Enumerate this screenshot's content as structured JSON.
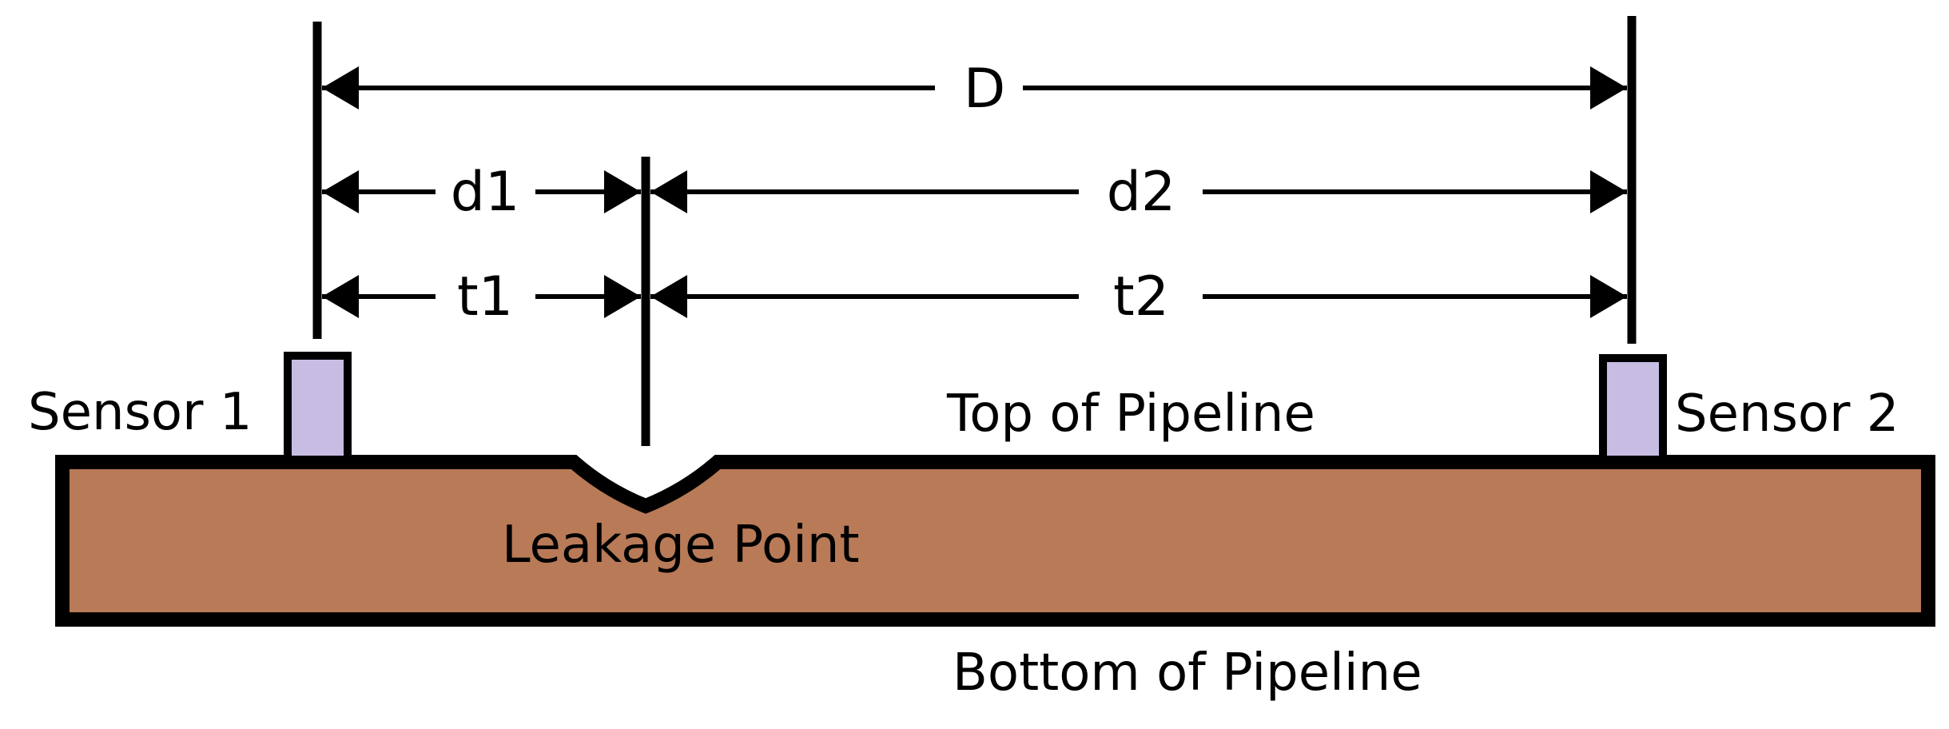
{
  "labels": {
    "D": "D",
    "d1": "d1",
    "d2": "d2",
    "t1": "t1",
    "t2": "t2",
    "sensor1": "Sensor 1",
    "sensor2": "Sensor 2",
    "top": "Top of Pipeline",
    "bottom": "Bottom of Pipeline",
    "leak": "Leakage Point"
  },
  "colors": {
    "pipe_fill": "#b87a57",
    "sensor_fill": "#c7bde3",
    "line": "#000000"
  }
}
